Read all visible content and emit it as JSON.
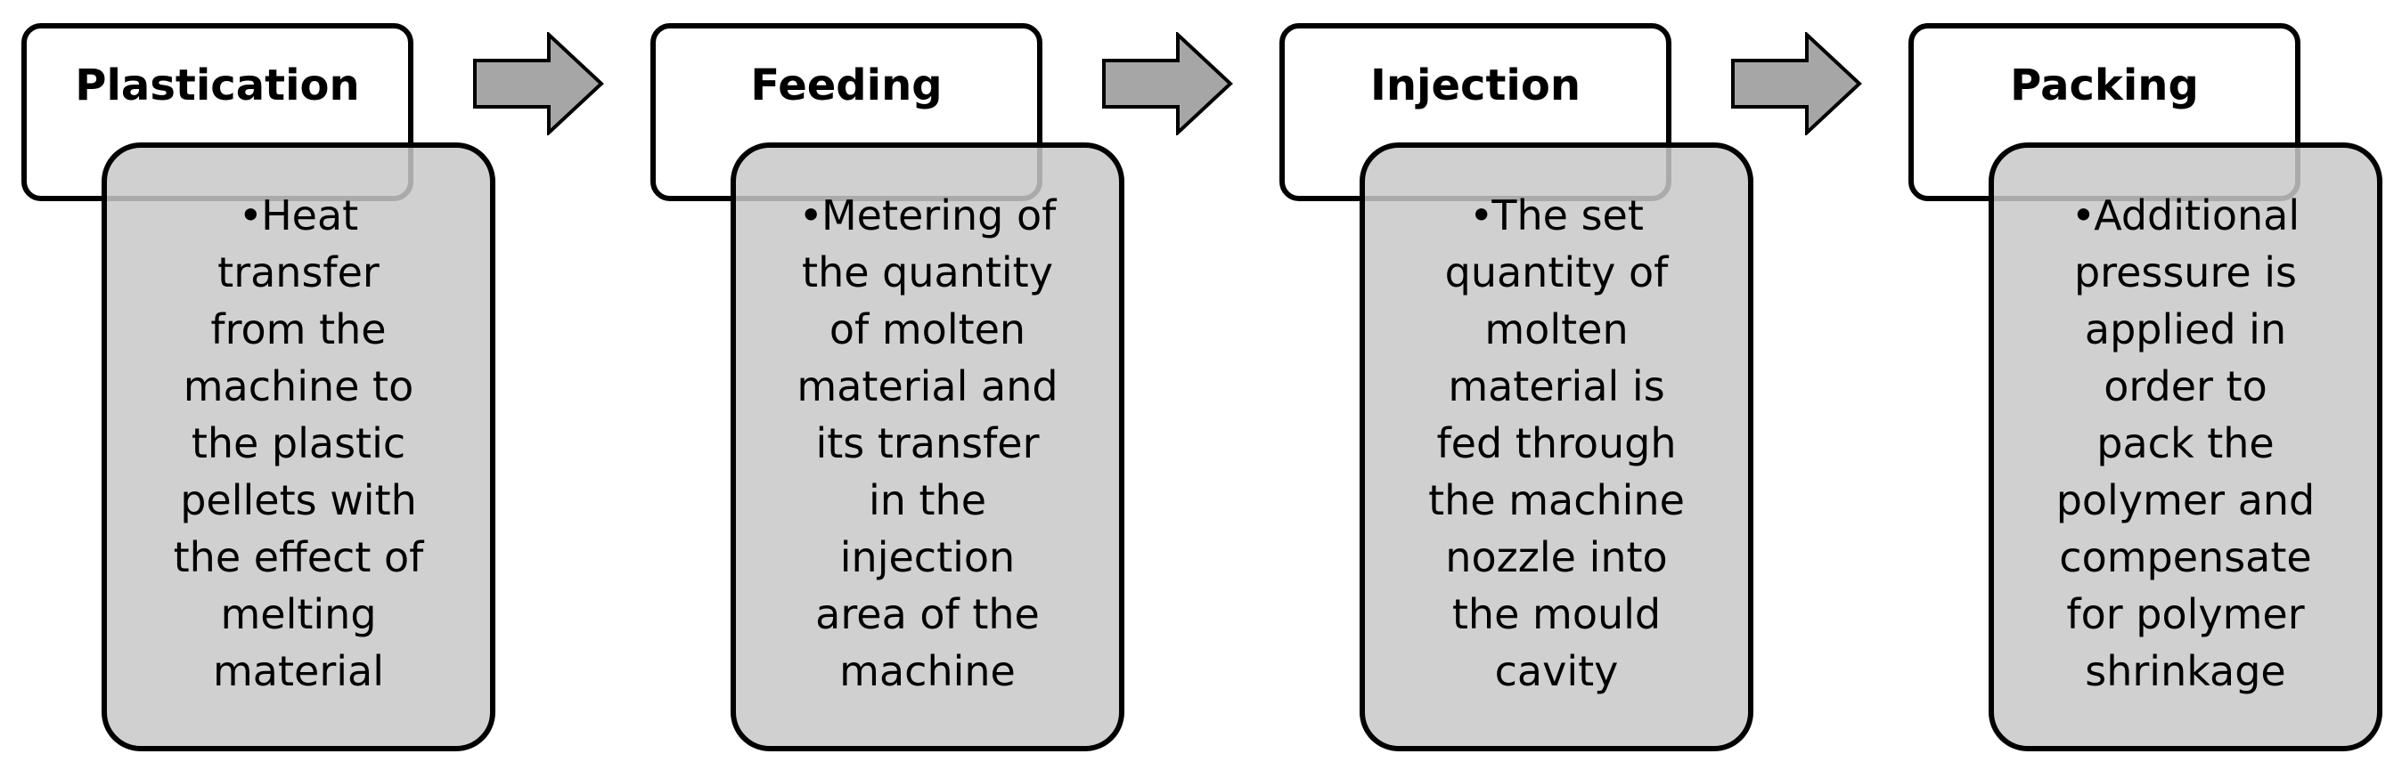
{
  "steps": [
    {
      "title": "Plastication",
      "bullet": "•",
      "description": "Heat\ntransfer\nfrom the\nmachine to\nthe plastic\npellets with\nthe effect of\nmelting\nmaterial"
    },
    {
      "title": "Feeding",
      "bullet": "•",
      "description": "Metering of\nthe quantity\nof molten\nmaterial and\nits transfer\nin the\ninjection\narea of the\nmachine"
    },
    {
      "title": "Injection",
      "bullet": "•",
      "description": "The set\nquantity of\nmolten\nmaterial is\nfed through\nthe machine\nnozzle into\nthe mould\ncavity"
    },
    {
      "title": "Packing",
      "bullet": "•",
      "description": "Additional\npressure is\napplied in\norder to\npack the\npolymer and\ncompensate\nfor polymer\nshrinkage"
    }
  ],
  "colors": {
    "box_fill": "#c8c8c8",
    "arrow_fill": "#a6a6a6",
    "border": "#000000"
  },
  "icons": [
    "right-arrow-icon"
  ]
}
